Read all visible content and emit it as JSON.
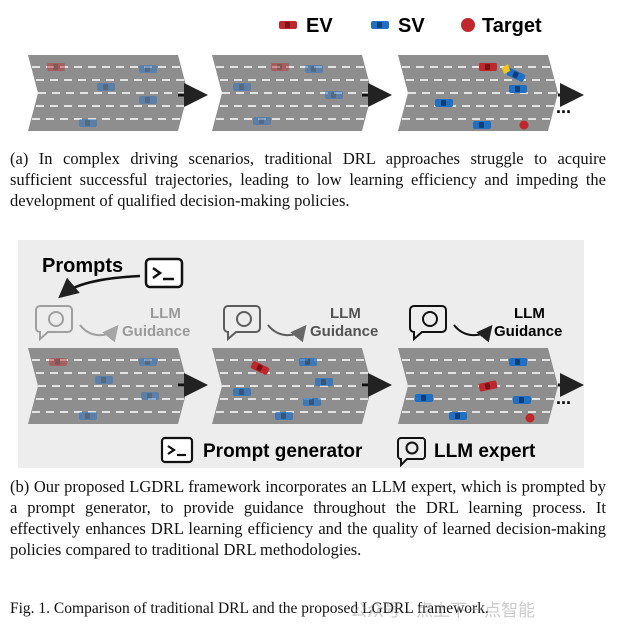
{
  "legend": {
    "ev_label": "EV",
    "sv_label": "SV",
    "target_label": "Target"
  },
  "panel_b": {
    "prompts_label": "Prompts",
    "llm_guidance": [
      "LLM",
      "Guidance"
    ],
    "prompt_generator_label": "Prompt generator",
    "llm_expert_label": "LLM expert",
    "ellipsis": "..."
  },
  "captions": {
    "a": "(a) In complex driving scenarios, traditional DRL approaches struggle to acquire sufficient successful trajectories, leading to low learning efficiency and impeding the development of qualified decision-making policies.",
    "b": "(b) Our proposed LGDRL framework incorporates an LLM expert, which is prompted by a prompt generator, to provide guidance throughout the DRL learning process. It effectively enhances DRL learning efficiency and the quality of learned decision-making policies compared to traditional DRL methodologies.",
    "fig": "Fig. 1.  Comparison of traditional DRL and the proposed LGDRL framework."
  },
  "watermark": "公众号 · 点上下一点智能",
  "colors": {
    "ev": "#c0272d",
    "sv": "#1f6fc4",
    "target": "#c0272d",
    "road": "#8a8a8a",
    "panel_bg": "#ededed"
  }
}
